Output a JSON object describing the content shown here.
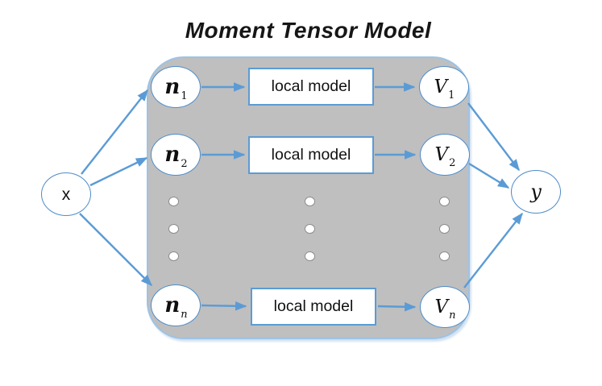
{
  "title": "Moment Tensor Model",
  "input_node": {
    "label": "x"
  },
  "output_node": {
    "label": "y"
  },
  "rows": [
    {
      "hidden_base": "n",
      "hidden_sub": "1",
      "local_model": "local model",
      "output_base": "V",
      "output_sub": "1"
    },
    {
      "hidden_base": "n",
      "hidden_sub": "2",
      "local_model": "local model",
      "output_base": "V",
      "output_sub": "2"
    },
    {
      "hidden_base": "n",
      "hidden_sub": "n",
      "local_model": "local model",
      "output_base": "V",
      "output_sub": "n"
    }
  ],
  "colors": {
    "arrow": "#5B9BD5",
    "container_fill": "#BFBFBF",
    "container_border": "#9CC3E5",
    "node_border": "#4E8CC9",
    "dot_border": "#8C8C8C",
    "text": "#111111"
  }
}
